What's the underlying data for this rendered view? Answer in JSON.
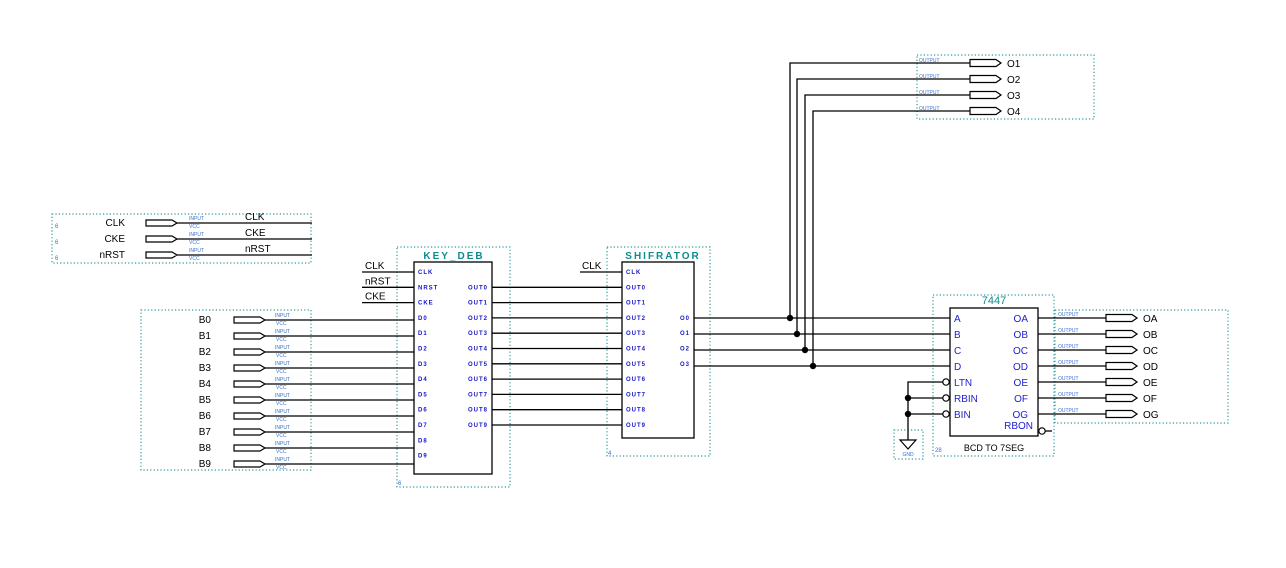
{
  "colors": {
    "wire": "#000000",
    "dots": "#2a9a9a",
    "pin_text": "#1515c8",
    "title": "#0e8c8c",
    "port_text": "#3a6fcf"
  },
  "ctrl_inputs": [
    {
      "name": "CLK",
      "wire_label": "CLK"
    },
    {
      "name": "CKE",
      "wire_label": "CKE"
    },
    {
      "name": "nRST",
      "wire_label": "nRST"
    }
  ],
  "port_tags": {
    "input": "INPUT",
    "vcc": "VCC",
    "output": "OUTPUT",
    "gnd": "GND"
  },
  "b_inputs": [
    "B0",
    "B1",
    "B2",
    "B3",
    "B4",
    "B5",
    "B6",
    "B7",
    "B8",
    "B9"
  ],
  "key_deb": {
    "title": "KEY_DEB",
    "wire_labels": [
      "CLK",
      "nRST",
      "CKE"
    ],
    "left_pins": [
      "CLK",
      "NRST",
      "CKE",
      "D0",
      "D1",
      "D2",
      "D3",
      "D4",
      "D5",
      "D6",
      "D7",
      "D8",
      "D9"
    ],
    "right_pins": [
      "OUT0",
      "OUT1",
      "OUT2",
      "OUT3",
      "OUT4",
      "OUT5",
      "OUT6",
      "OUT7",
      "OUT8",
      "OUT9"
    ],
    "instance_num": "6"
  },
  "shifrator": {
    "title": "SHIFRATOR",
    "wire_label": "CLK",
    "left_pins": [
      "CLK",
      "OUT0",
      "OUT1",
      "OUT2",
      "OUT3",
      "OUT4",
      "OUT5",
      "OUT6",
      "OUT7",
      "OUT8",
      "OUT9"
    ],
    "right_pins": [
      "O0",
      "O1",
      "O2",
      "O3"
    ],
    "instance_num": "4"
  },
  "decoder_7447": {
    "title": "7447",
    "left_pins": [
      "A",
      "B",
      "C",
      "D",
      "LTN",
      "RBIN",
      "BIN"
    ],
    "right_pins": [
      "OA",
      "OB",
      "OC",
      "OD",
      "OE",
      "OF",
      "OG"
    ],
    "rbon": "RBON",
    "footer": "BCD TO 7SEG",
    "instance_num": "28"
  },
  "top_outputs": [
    "O1",
    "O2",
    "O3",
    "O4"
  ],
  "seg_outputs": [
    "OA",
    "OB",
    "OC",
    "OD",
    "OE",
    "OF",
    "OG"
  ],
  "gnd_label": "GND"
}
